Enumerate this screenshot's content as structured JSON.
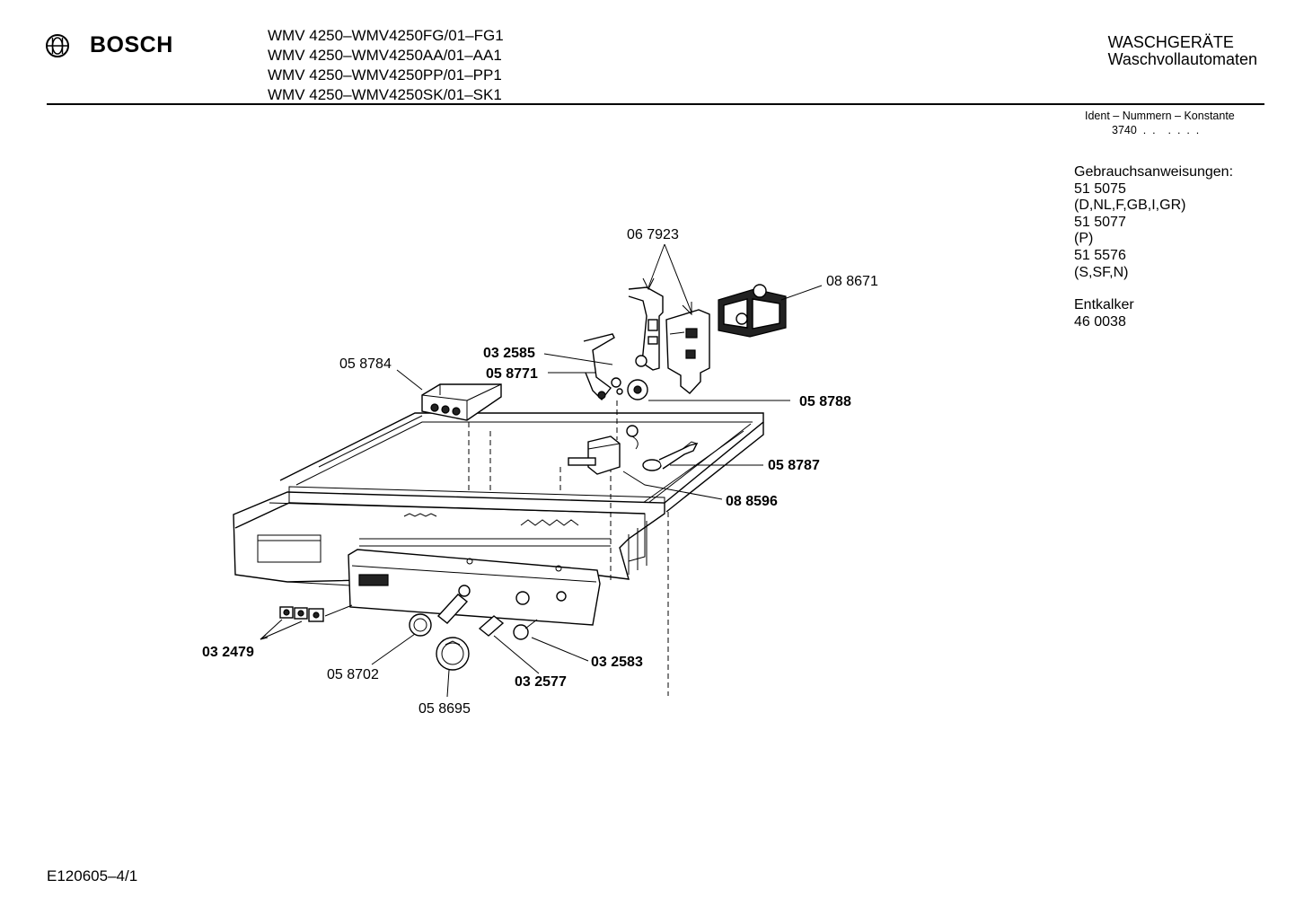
{
  "header": {
    "brand": "BOSCH",
    "models": [
      "WMV 4250–WMV4250FG/01–FG1",
      "WMV 4250–WMV4250AA/01–AA1",
      "WMV 4250–WMV4250PP/01–PP1",
      "WMV 4250–WMV4250SK/01–SK1"
    ],
    "category": "WASCHGERÄTE",
    "subcategory": "Waschvollautomaten"
  },
  "ident": {
    "label": "Ident – Nummern – Konstante",
    "value": "3740  .  .    .  .  .  ."
  },
  "notes": {
    "manuals_title": "Gebrauchsanweisungen:",
    "manuals": [
      "51 5075",
      "(D,NL,F,GB,I,GR)",
      "51 5077",
      "(P)",
      "51 5576",
      "(S,SF,N)"
    ],
    "descaler_title": "Entkalker",
    "descaler_code": "46 0038"
  },
  "parts": {
    "p067923": "06 7923",
    "p088671": "08 8671",
    "p032585": "03 2585",
    "p058771": "05 8771",
    "p058784": "05 8784",
    "p058788": "05 8788",
    "p058787": "05 8787",
    "p088596": "08 8596",
    "p032479": "03 2479",
    "p058702": "05 8702",
    "p032583": "03 2583",
    "p032577": "03 2577",
    "p058695": "05 8695"
  },
  "footer": {
    "drawing_id": "E120605–4/1"
  }
}
